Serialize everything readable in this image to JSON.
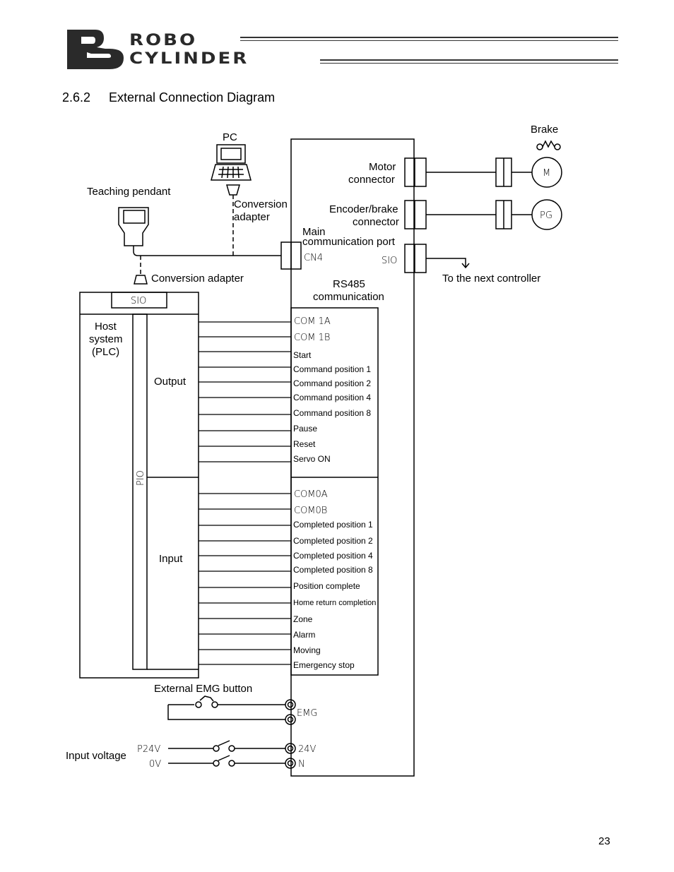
{
  "header": {
    "logo_alt": "RC",
    "logo_line1": "ROBO",
    "logo_line2": "CYLINDER"
  },
  "section": {
    "number": "2.6.2",
    "title": "External Connection Diagram"
  },
  "diagram": {
    "pc_label": "PC",
    "teaching_pendant_label": "Teaching pendant",
    "conversion_adapter_top_line1": "Conversion",
    "conversion_adapter_top_line2": "adapter",
    "conversion_adapter_bottom": "Conversion adapter",
    "main_port_line1": "Main",
    "main_port_line2": "communication port",
    "cn4_label": "CN4",
    "sio_port_label": "SIO",
    "rs485_line1": "RS485",
    "rs485_line2": "communication",
    "motor_connector_line1": "Motor",
    "motor_connector_line2": "connector",
    "encoder_connector_line1": "Encoder/brake",
    "encoder_connector_line2": "connector",
    "brake_label": "Brake",
    "motor_symbol": "M",
    "pg_symbol": "PG",
    "next_controller_label": "To the next controller",
    "host_line1": "Host",
    "host_line2": "system",
    "host_line3": "(PLC)",
    "host_sio": "SIO",
    "pio_label": "PIO",
    "output_label": "Output",
    "input_label": "Input",
    "input_signals": [
      "COM 1A",
      "COM 1B",
      "Start",
      "Command position 1",
      "Command position 2",
      "Command position 4",
      "Command position 8",
      "Pause",
      "Reset",
      "Servo ON"
    ],
    "output_signals": [
      "COM0A",
      "COM0B",
      "Completed position 1",
      "Completed position 2",
      "Completed position 4",
      "Completed position 8",
      "Position complete",
      "Home return completion",
      "Zone",
      "Alarm",
      "Moving",
      "Emergency stop"
    ],
    "emg_button_label": "External EMG button",
    "emg_terminal": "EMG",
    "input_voltage_label": "Input voltage",
    "p24v_label": "P24V",
    "zero_v_label": "0V",
    "terminal_24v": "24V",
    "terminal_n": "N"
  },
  "footer": {
    "page_number": "23"
  }
}
